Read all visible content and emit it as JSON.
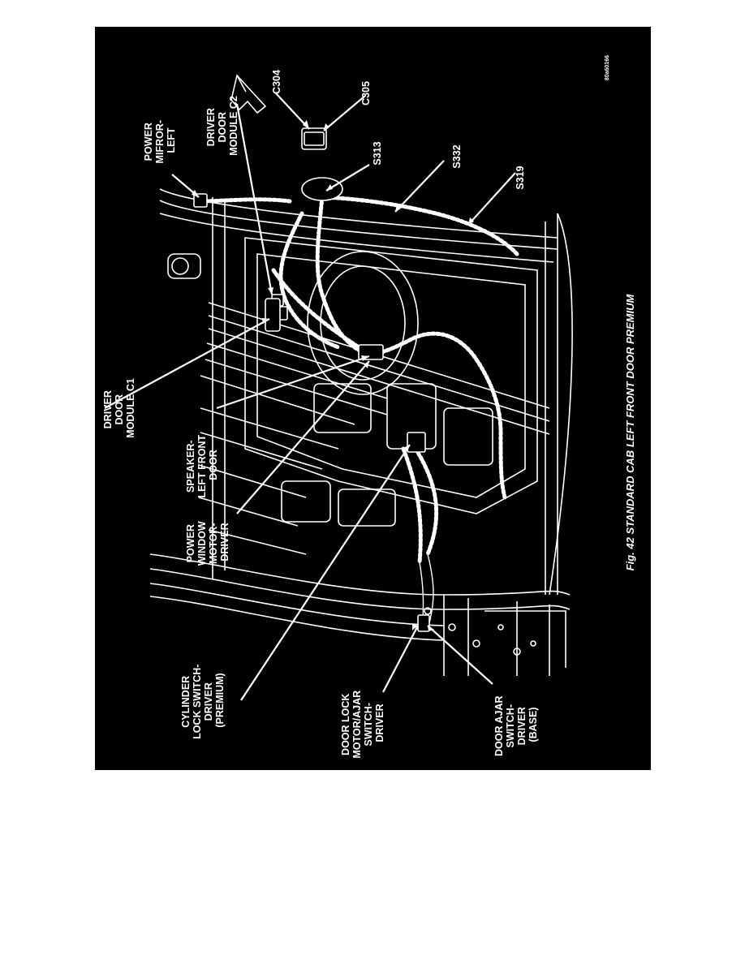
{
  "figure_id": "80a60166",
  "caption": "Fig. 42 STANDARD CAB LEFT FRONT DOOR PREMIUM",
  "callouts": {
    "c304": [
      "C304"
    ],
    "c305": [
      "C305"
    ],
    "s313": [
      "S313"
    ],
    "s332": [
      "S332"
    ],
    "s319": [
      "S319"
    ],
    "power_mirror": [
      "POWER",
      "MIFROR-",
      "LEFT"
    ],
    "driver_door_module_c2": [
      "DRIVER",
      "DOOR",
      "MODULE C2"
    ],
    "driver_door_module_c1": [
      "DRIVER",
      "DOOR",
      "MODULE C1"
    ],
    "speaker": [
      "SPEAKER-",
      "LEFT FRONT",
      "DOOR"
    ],
    "power_window_motor": [
      "POWER",
      "WINDOW",
      "MOTOR-",
      "DRIVER"
    ],
    "cylinder_lock_switch": [
      "CYLINDER",
      "LOCK SWITCH-",
      "DRIVER",
      "(PREMIUM)"
    ],
    "door_lock_motor": [
      "DOOR LOCK",
      "MOTOR/AJAR",
      "SWITCH-",
      "DRIVER"
    ],
    "door_ajar_switch": [
      "DOOR AJAR",
      "SWITCH-",
      "DRIVER",
      "(BASE)"
    ]
  },
  "colors": {
    "background": "#000000",
    "linework": "#ffffff",
    "page": "#ffffff"
  }
}
